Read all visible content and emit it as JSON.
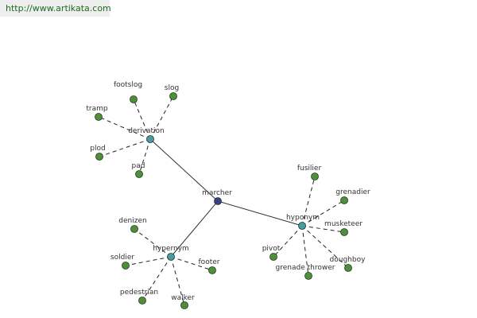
{
  "header": {
    "url_text": "http://www.artikata.com"
  },
  "colors": {
    "root": "#3a3f8a",
    "category": "#4a9aa5",
    "leaf": "#4f8f3a",
    "stroke": "#1b3b1b",
    "url_bg": "#eeeeee",
    "url_text": "#1f6a1f"
  },
  "graph": {
    "root": {
      "label": "marcher"
    },
    "categories": [
      {
        "label": "derivation",
        "leaves": [
          "footslog",
          "slog",
          "tramp",
          "plod",
          "pad"
        ]
      },
      {
        "label": "hyponym",
        "leaves": [
          "fusilier",
          "grenadier",
          "musketeer",
          "doughboy",
          "grenade thrower",
          "pivot"
        ]
      },
      {
        "label": "hypernym",
        "leaves": [
          "denizen",
          "soldier",
          "pedestrian",
          "walker",
          "footer"
        ]
      }
    ]
  }
}
